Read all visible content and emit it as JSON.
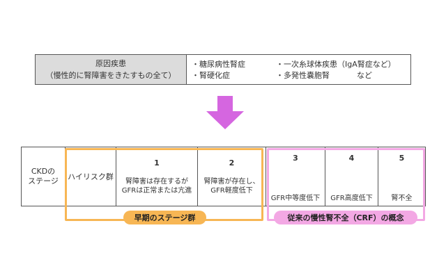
{
  "cause": {
    "label_line1": "原因疾患",
    "label_line2": "（慢性的に腎障害をきたすもの全て）",
    "items": [
      "・糖尿病性腎症",
      "・腎硬化症",
      "・一次糸球体疾患（IgA腎症など）",
      "・多発性嚢胞腎",
      "など"
    ]
  },
  "ckd_label": {
    "line1": "CKDの",
    "line2": "ステージ"
  },
  "high_risk_label": "ハイリスク群",
  "stages": [
    {
      "number": "1",
      "desc_line1": "腎障害は存在するが",
      "desc_line2": "GFRは正常または亢進"
    },
    {
      "number": "2",
      "desc_line1": "腎障害が存在し、",
      "desc_line2": "GFR軽度低下"
    },
    {
      "number": "3",
      "desc_line1": "",
      "desc_line2": "GFR中等度低下"
    },
    {
      "number": "4",
      "desc_line1": "",
      "desc_line2": "GFR高度低下"
    },
    {
      "number": "5",
      "desc_line1": "",
      "desc_line2": "腎不全"
    }
  ],
  "groups": {
    "early": {
      "label": "早期のステージ群",
      "color": "#f7b654"
    },
    "crf": {
      "label": "従来の慢性腎不全（CRF）の概念",
      "color": "#f3a8e4"
    }
  },
  "arrow": {
    "color": "#d566e0",
    "icon": "down-arrow-icon"
  }
}
